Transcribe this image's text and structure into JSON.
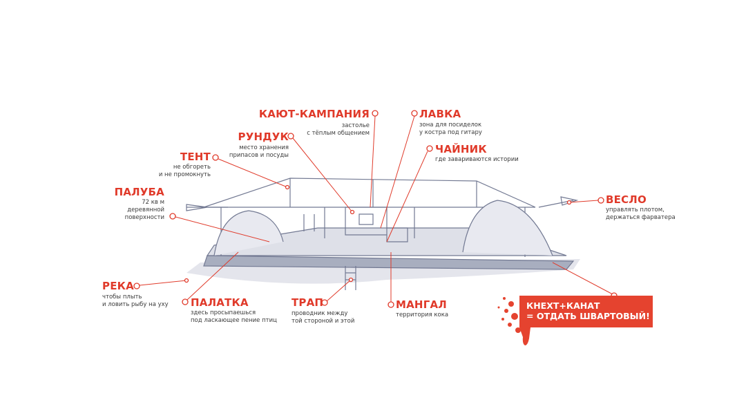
{
  "labels": {
    "kayut": {
      "title": "КАЮТ-КАМПАНИЯ",
      "lines": [
        "застолье",
        "с тёплым общением"
      ]
    },
    "lavka": {
      "title": "ЛАВКА",
      "lines": [
        "зона для посиделок",
        "у костра под гитару"
      ]
    },
    "runduk": {
      "title": "РУНДУК",
      "lines": [
        "место хранения",
        "припасов и посуды"
      ]
    },
    "chaynik": {
      "title": "ЧАЙНИК",
      "lines": [
        "где завариваются истории"
      ]
    },
    "tent": {
      "title": "ТЕНТ",
      "lines": [
        "не обгореть",
        "и не промокнуть"
      ]
    },
    "paluba": {
      "title": "ПАЛУБА",
      "lines": [
        "72 кв м",
        "деревянной",
        "поверхности"
      ]
    },
    "veslo": {
      "title": "ВЕСЛО",
      "lines": [
        "управлять плотом,",
        "держаться фарватера"
      ]
    },
    "reka": {
      "title": "РЕКА",
      "lines": [
        "чтобы плыть",
        "и ловить рыбу на уху"
      ]
    },
    "palatka": {
      "title": "ПАЛАТКА",
      "lines": [
        "здесь просыпаешься",
        "под ласкающее пение птиц"
      ]
    },
    "trap": {
      "title": "ТРАП",
      "lines": [
        "проводник между",
        "той стороной и этой"
      ]
    },
    "mangal": {
      "title": "МАНГАЛ",
      "lines": [
        "территория кока"
      ]
    }
  },
  "callout": {
    "line1": "КНЕХТ+КАНАТ",
    "line2": "= ОТДАТЬ ШВАРТОВЫЙ!"
  },
  "colors": {
    "accent": "#e03a2a",
    "sketch": "#5a6280",
    "text": "#3a3a3a"
  }
}
